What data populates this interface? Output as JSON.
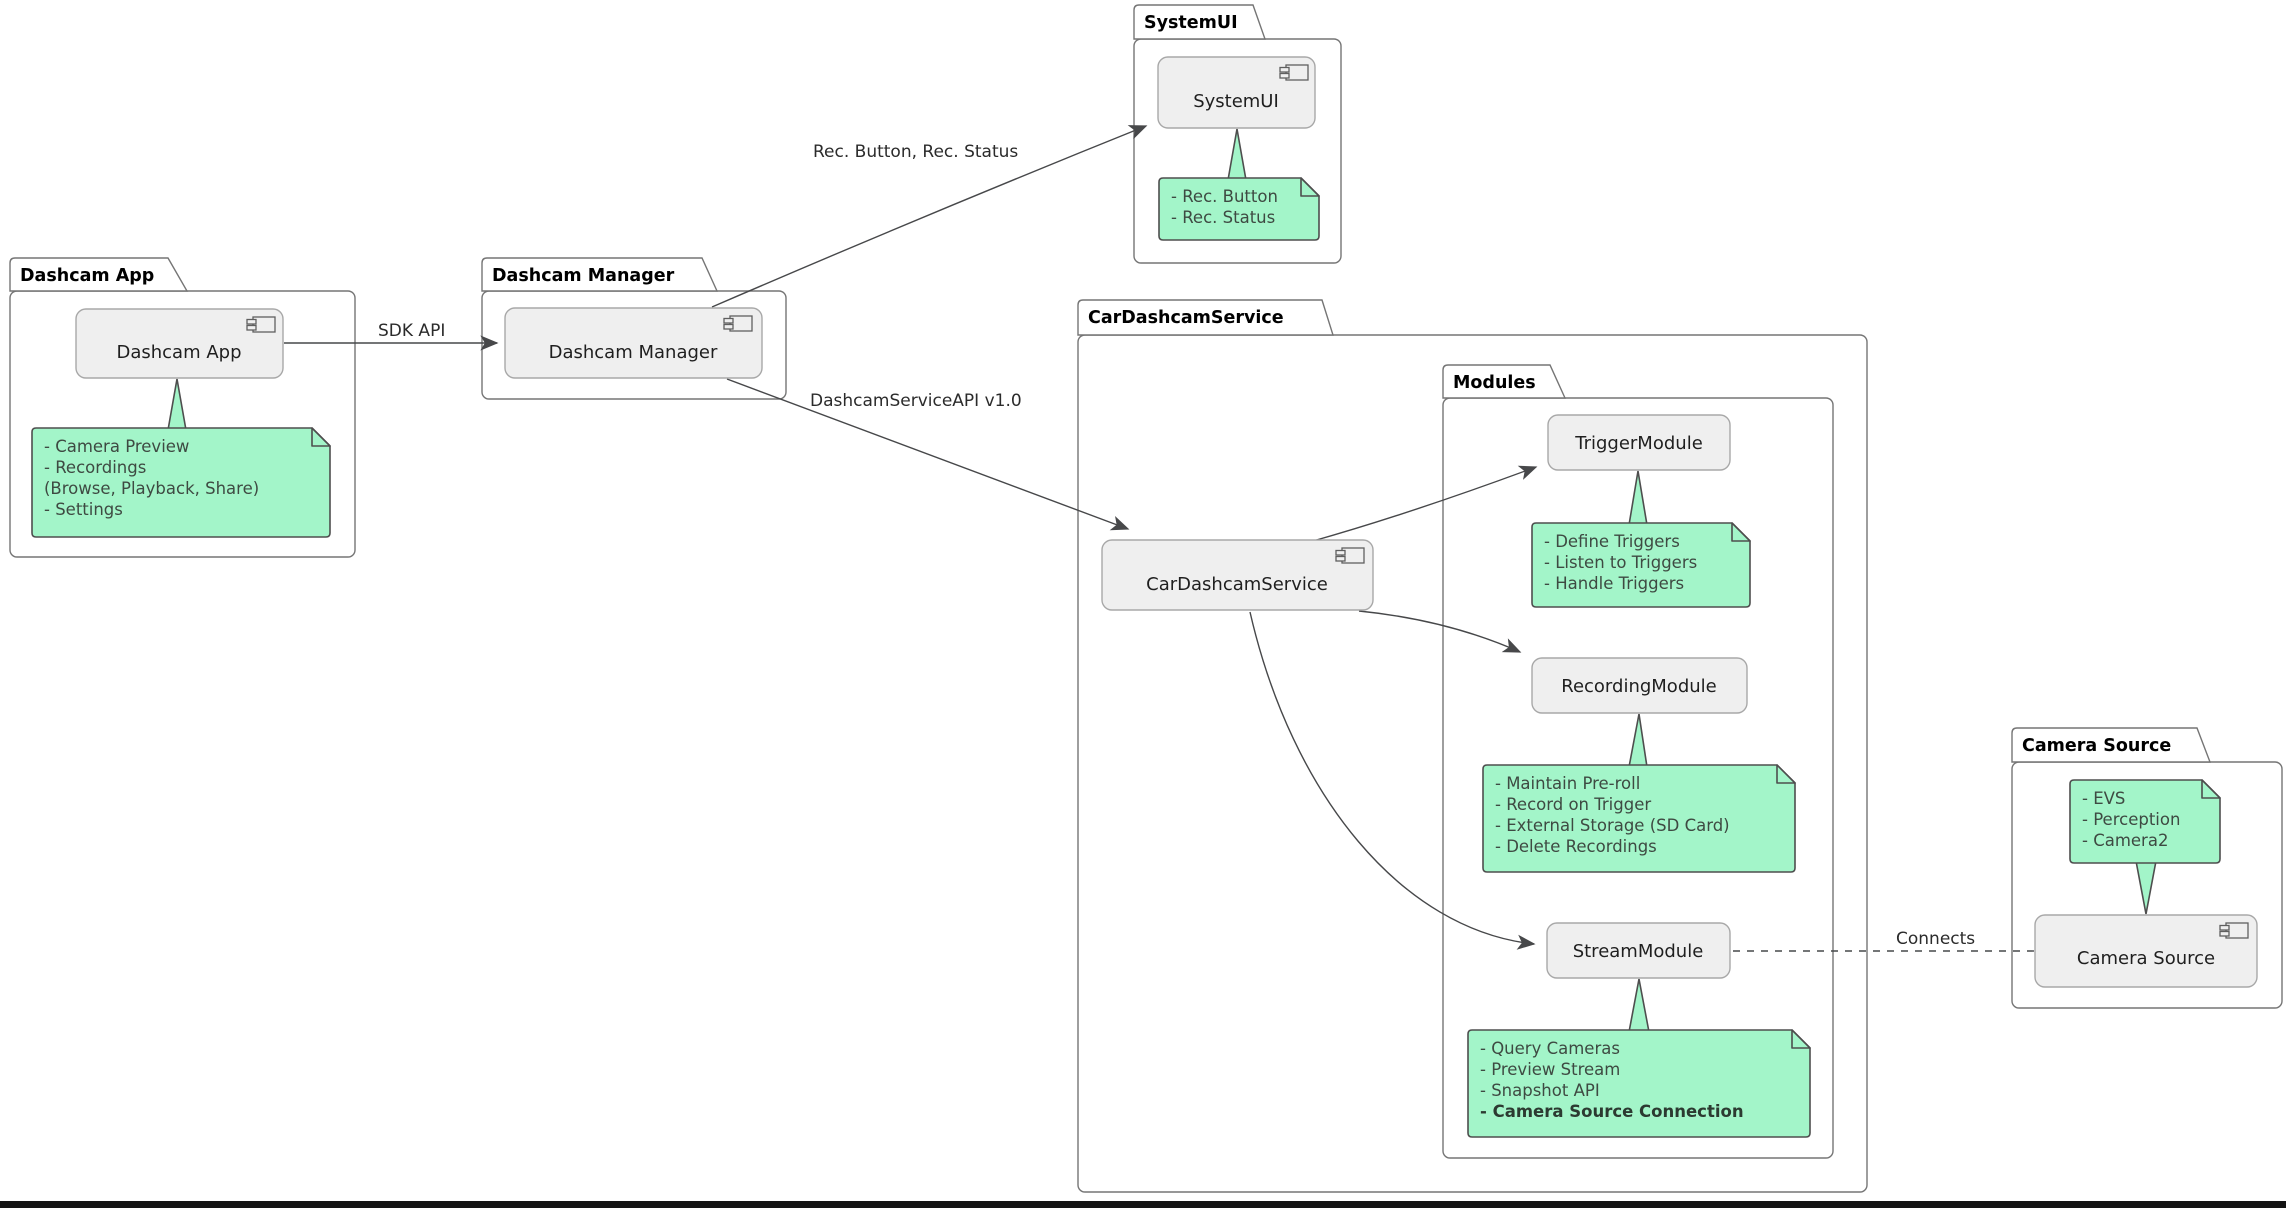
{
  "diagram_type": "UML component diagram",
  "colors": {
    "background": "#FFFFFF",
    "note_fill": "#A3F5C9",
    "note_border": "#4E4E4E",
    "note_text": "#3E4A42",
    "note_text_bold": "#2C3A31",
    "component_fill": "#EFEFEF",
    "component_border": "#A8A8A8",
    "component_text": "#1F1F1F",
    "package_border": "#757575",
    "package_title": "#000000",
    "edge_color": "#47484A",
    "edge_label": "#2B2B2B",
    "bottom_bar": "#141414"
  },
  "packages": [
    {
      "title": "Dashcam App"
    },
    {
      "title": "Dashcam Manager"
    },
    {
      "title": "SystemUI"
    },
    {
      "title": "CarDashcamService"
    },
    {
      "title": "Modules"
    },
    {
      "title": "Camera Source"
    }
  ],
  "components": [
    {
      "label": "Dashcam App"
    },
    {
      "label": "Dashcam Manager"
    },
    {
      "label": "SystemUI"
    },
    {
      "label": "CarDashcamService"
    },
    {
      "label": "TriggerModule"
    },
    {
      "label": "RecordingModule"
    },
    {
      "label": "StreamModule"
    },
    {
      "label": "Camera Source"
    }
  ],
  "notes": [
    {
      "target": "Dashcam App",
      "lines": [
        "- Camera Preview",
        "- Recordings",
        "  (Browse, Playback, Share)",
        "- Settings"
      ]
    },
    {
      "target": "SystemUI",
      "lines": [
        "- Rec. Button",
        "- Rec. Status"
      ]
    },
    {
      "target": "TriggerModule",
      "lines": [
        "- Define Triggers",
        "- Listen to Triggers",
        "- Handle Triggers"
      ]
    },
    {
      "target": "RecordingModule",
      "lines": [
        "- Maintain Pre-roll",
        "- Record on Trigger",
        "- External Storage (SD Card)",
        "- Delete Recordings"
      ]
    },
    {
      "target": "StreamModule",
      "lines": [
        "- Query Cameras",
        "- Preview Stream",
        "- Snapshot API",
        "- Camera Source Connection"
      ]
    },
    {
      "target": "Camera Source",
      "lines": [
        "- EVS",
        "- Perception",
        "- Camera2"
      ]
    }
  ],
  "edges": [
    {
      "from": "Dashcam App",
      "to": "Dashcam Manager",
      "label": "SDK API",
      "style": "solid-arrow"
    },
    {
      "from": "Dashcam Manager",
      "to": "SystemUI",
      "label": "Rec. Button, Rec. Status",
      "style": "solid-arrow"
    },
    {
      "from": "Dashcam Manager",
      "to": "CarDashcamService",
      "label": "DashcamServiceAPI v1.0",
      "style": "solid-arrow"
    },
    {
      "from": "CarDashcamService",
      "to": "TriggerModule",
      "label": "",
      "style": "solid-arrow"
    },
    {
      "from": "CarDashcamService",
      "to": "RecordingModule",
      "label": "",
      "style": "solid-arrow"
    },
    {
      "from": "CarDashcamService",
      "to": "StreamModule",
      "label": "",
      "style": "solid-arrow"
    },
    {
      "from": "StreamModule",
      "to": "Camera Source",
      "label": "Connects",
      "style": "dashed"
    }
  ]
}
